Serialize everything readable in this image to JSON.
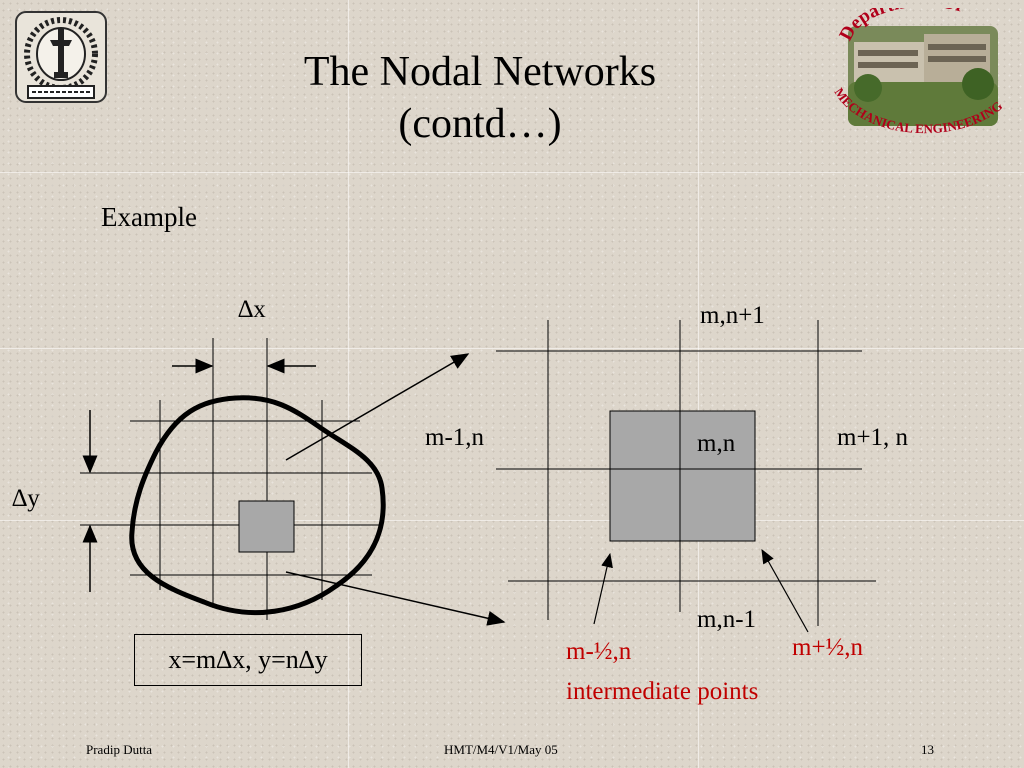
{
  "slide": {
    "title_line1": "The Nodal Networks",
    "title_line2": "(contd…)",
    "example_label": "Example"
  },
  "diagram": {
    "dx_label": "∆x",
    "dy_label": "∆y",
    "formula": "x=m∆x, y=n∆y",
    "node_top": "m,n+1",
    "node_left": "m-1,n",
    "node_center": "m,n",
    "node_right": "m+1, n",
    "node_bottom": "m,n-1",
    "half_left": "m-½,n",
    "half_right": "m+½,n",
    "intermediate": "intermediate points",
    "accent_color": "#c00000",
    "cell_fill": "#a8a8a8"
  },
  "logos": {
    "left": "institute-emblem",
    "right_text": "Department Of Mechanical Engineering"
  },
  "footer": {
    "author": "Pradip Dutta",
    "code": "HMT/M4/V1/May 05",
    "page": "13"
  }
}
